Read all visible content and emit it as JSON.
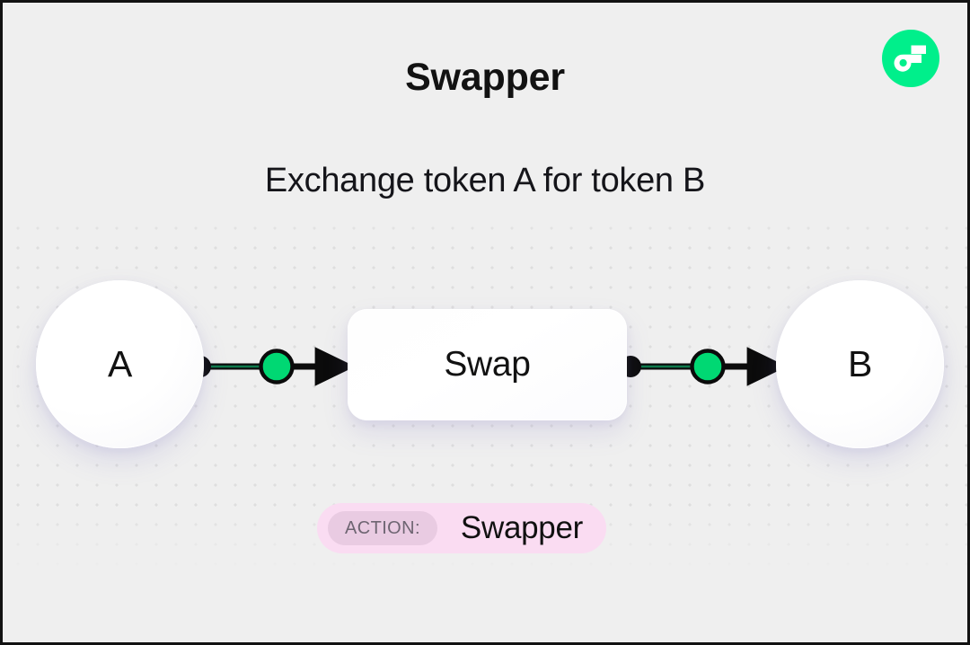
{
  "page": {
    "title": "Swapper",
    "subtitle": "Exchange token A for token B",
    "background_color": "#efefef",
    "accent_color": "#00d873",
    "badge_color": "#fadcf2"
  },
  "logo": {
    "name": "flow-logo",
    "brand_color": "#00ef8b",
    "mark_color": "#ffffff",
    "accent_square_color": "#5bffad"
  },
  "diagram": {
    "type": "flow",
    "nodes": [
      {
        "id": "a",
        "label": "A",
        "shape": "circle"
      },
      {
        "id": "swap",
        "label": "Swap",
        "shape": "rounded-rect"
      },
      {
        "id": "b",
        "label": "B",
        "shape": "circle"
      }
    ],
    "edges": [
      {
        "from": "a",
        "to": "swap",
        "marker_color": "#00d873",
        "line_color": "#0b0b0b"
      },
      {
        "from": "swap",
        "to": "b",
        "marker_color": "#00d873",
        "line_color": "#0b0b0b"
      }
    ]
  },
  "action": {
    "tag_label": "ACTION:",
    "value": "Swapper"
  }
}
